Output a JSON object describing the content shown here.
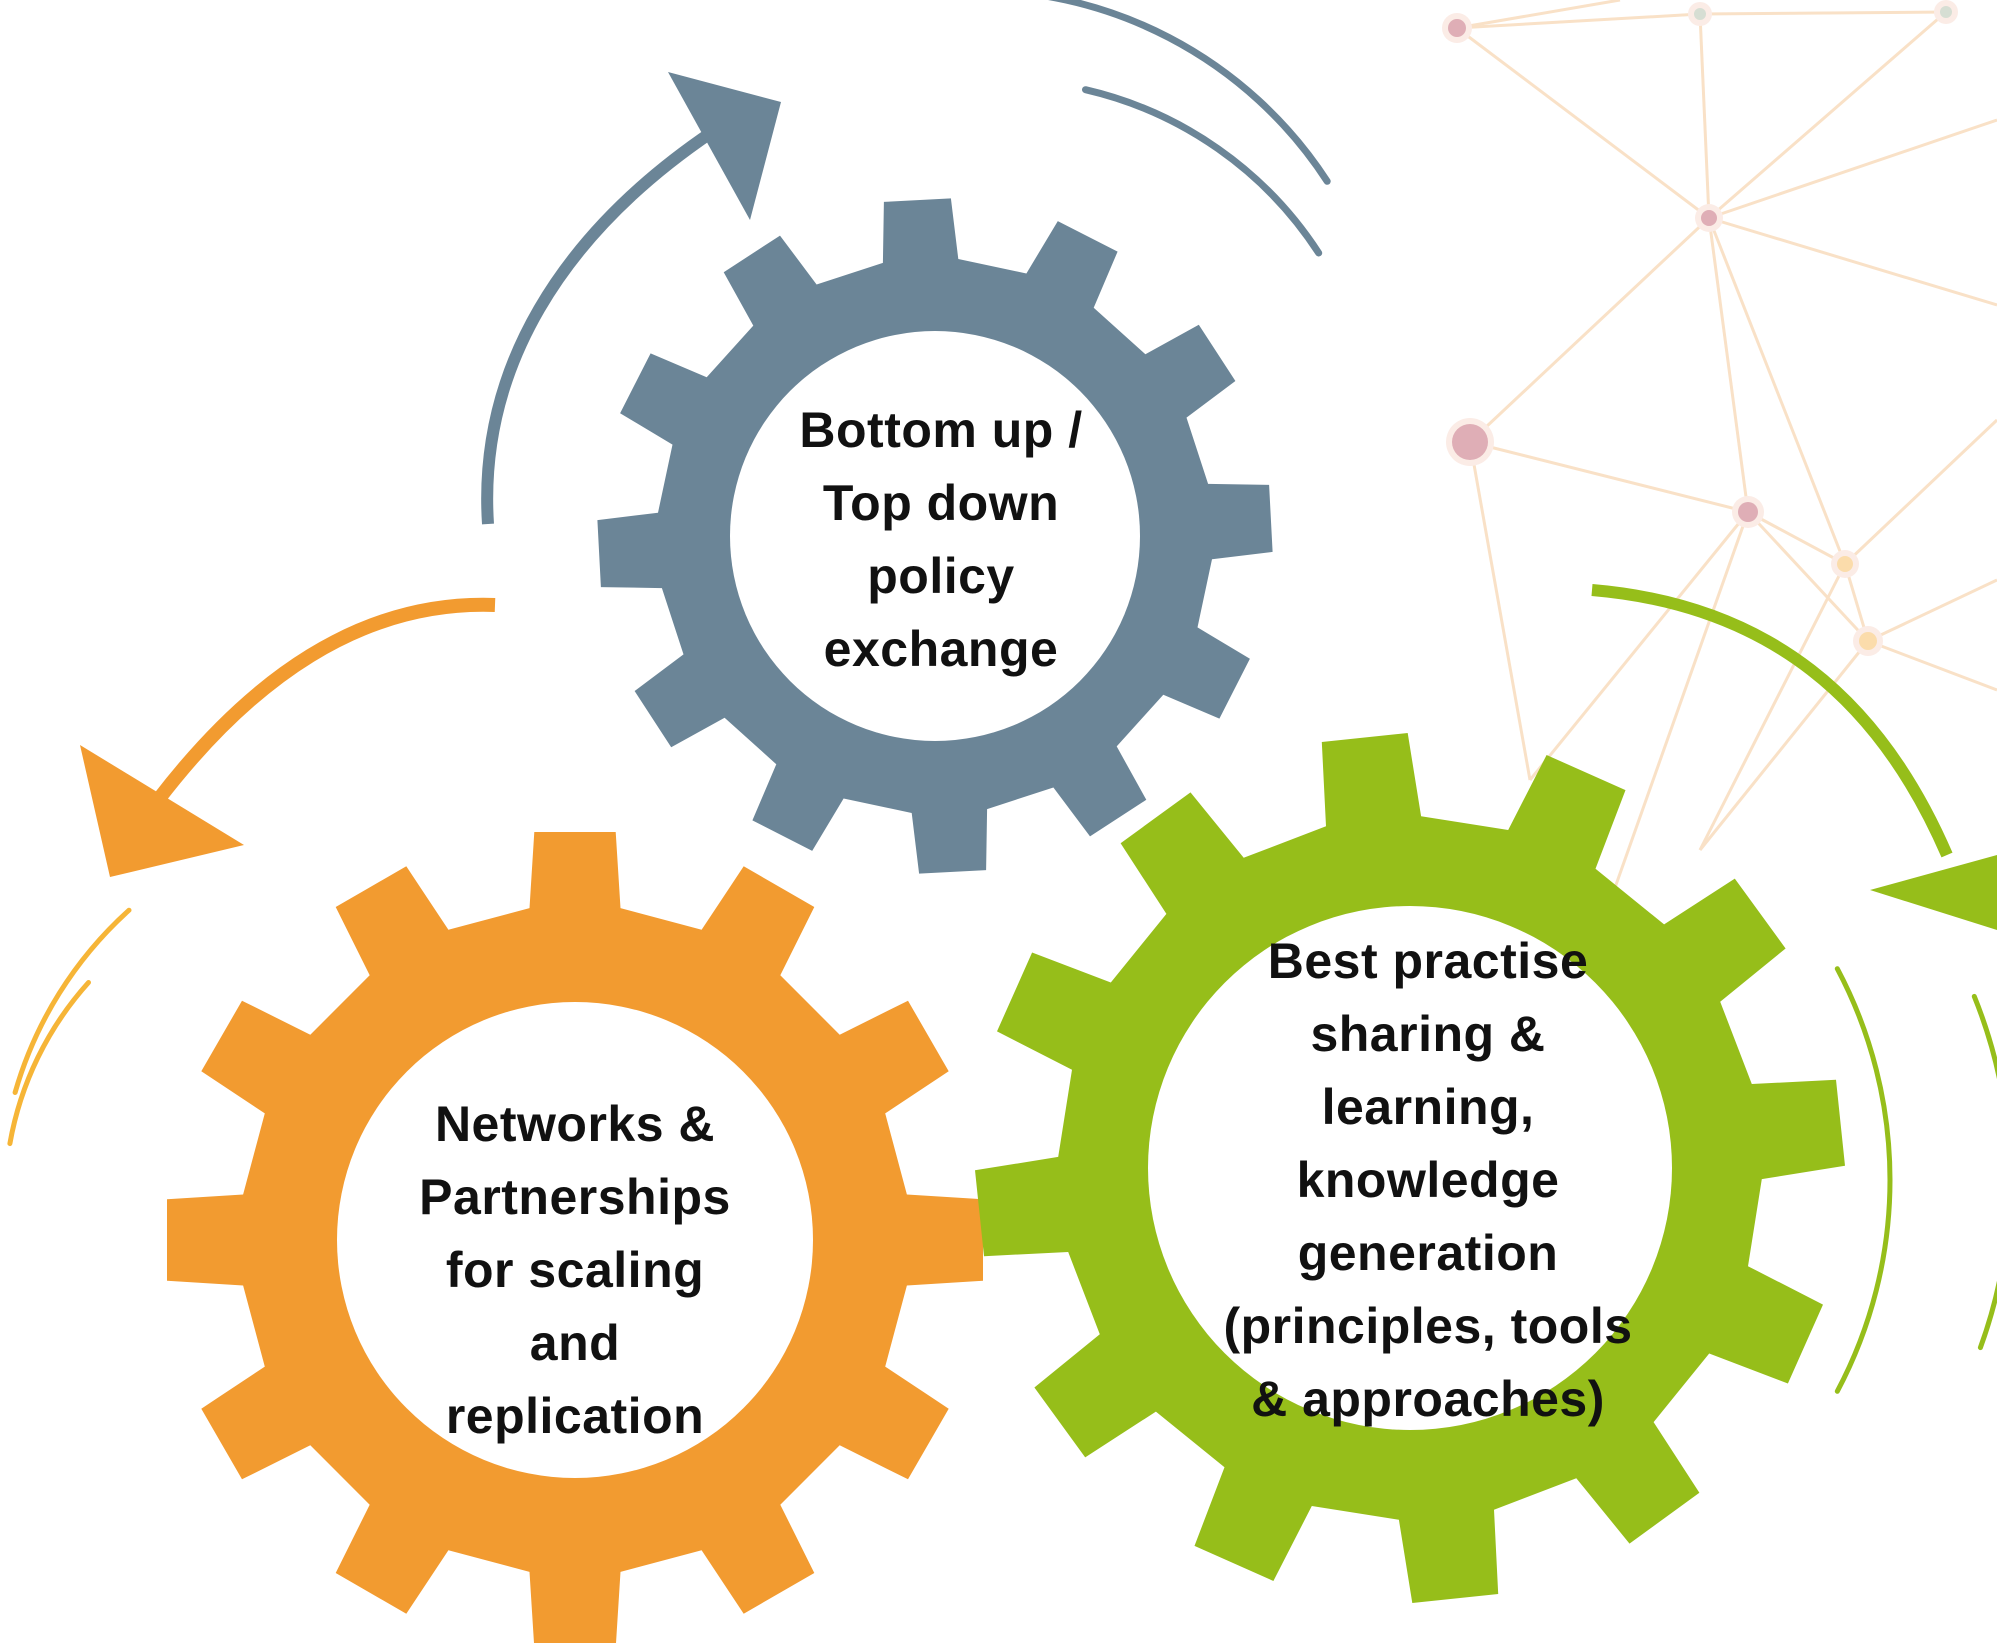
{
  "colors": {
    "background": "#ffffff",
    "gear_blue": "#6b8597",
    "gear_orange": "#f29b30",
    "gear_green": "#96be1a",
    "network_line": "#f9e1c7",
    "network_node_pink": "#d9a3ad",
    "network_node_peach": "#fad9a0",
    "label_text": "#111111"
  },
  "diagram": {
    "gears": [
      {
        "id": "policy-exchange",
        "color": "gear_blue",
        "icon": "gear-icon",
        "label_lines": [
          "Bottom up /",
          "Top down",
          "policy",
          "exchange"
        ]
      },
      {
        "id": "networks-partnerships",
        "color": "gear_orange",
        "icon": "gear-icon",
        "label_lines": [
          "Networks &",
          "Partnerships",
          "for scaling",
          "and",
          "replication"
        ]
      },
      {
        "id": "best-practise",
        "color": "gear_green",
        "icon": "gear-icon",
        "label_lines": [
          "Best practise",
          "sharing &",
          "learning,",
          "knowledge",
          "generation",
          "(principles, tools",
          "& approaches)"
        ]
      }
    ],
    "cycle_arrows": [
      {
        "id": "blue-arrow",
        "color": "gear_blue",
        "icon": "curved-arrow-icon"
      },
      {
        "id": "orange-arrow",
        "color": "gear_orange",
        "icon": "curved-arrow-icon"
      },
      {
        "id": "green-arrow",
        "color": "gear_green",
        "icon": "curved-arrow-icon"
      }
    ],
    "background_decoration": {
      "icon": "network-graph-icon"
    }
  }
}
